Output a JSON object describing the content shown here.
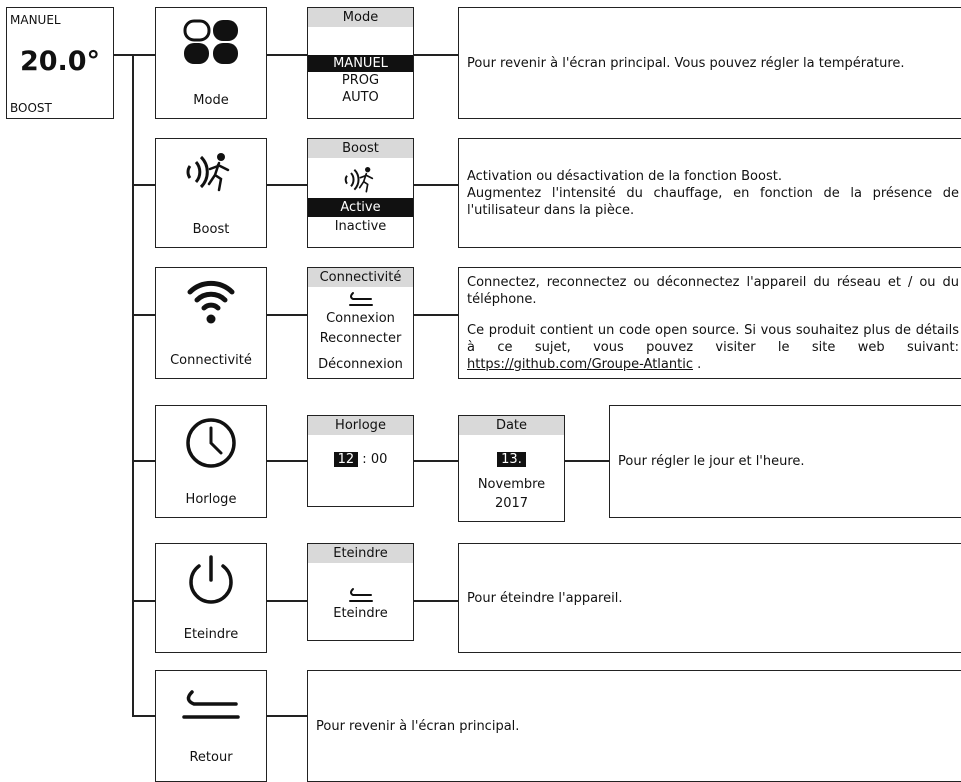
{
  "main_screen": {
    "mode": "MANUEL",
    "temperature": "20.0°",
    "boost": "BOOST"
  },
  "menu": {
    "mode": {
      "label": "Mode",
      "screen": {
        "title": "Mode",
        "options": [
          "MANUEL",
          "PROG",
          "AUTO"
        ],
        "selected": "MANUEL"
      },
      "description": "Pour revenir à l'écran principal. Vous pouvez régler la température."
    },
    "boost": {
      "label": "Boost",
      "screen": {
        "title": "Boost",
        "options": [
          "Active",
          "Inactive"
        ],
        "selected": "Active"
      },
      "description": [
        "Activation ou désactivation de la fonction Boost.",
        "Augmentez l'intensité du chauffage, en fonction de la présence de l'utilisateur dans la pièce."
      ]
    },
    "connectivite": {
      "label": "Connectivité",
      "screen": {
        "title": "Connectivité",
        "options": [
          "Connexion",
          "Reconnecter",
          "Déconnexion"
        ]
      },
      "description": [
        "Connectez, reconnectez ou déconnectez l'appareil du réseau et / ou du téléphone.",
        "Ce produit contient un code open source. Si vous souhaitez plus de détails à ce sujet, vous pouvez visiter le site web suivant:"
      ],
      "link": "https://github.com/Groupe-Atlantic",
      "link_suffix": " ."
    },
    "horloge": {
      "label": "Horloge",
      "screen": {
        "title": "Horloge",
        "hour": "12",
        "separator": ":",
        "minute": "00"
      },
      "date_screen": {
        "title": "Date",
        "day": "13.",
        "month": "Novembre",
        "year": "2017"
      },
      "description": "Pour régler le jour et l'heure."
    },
    "eteindre": {
      "label": "Eteindre",
      "screen": {
        "title": "Eteindre",
        "option": "Eteindre"
      },
      "description": "Pour éteindre l'appareil."
    },
    "retour": {
      "label": "Retour",
      "description": "Pour revenir à l'écran principal."
    }
  },
  "icons": [
    "mode-icon",
    "boost-icon",
    "wifi-icon",
    "clock-icon",
    "power-icon",
    "return-icon"
  ]
}
